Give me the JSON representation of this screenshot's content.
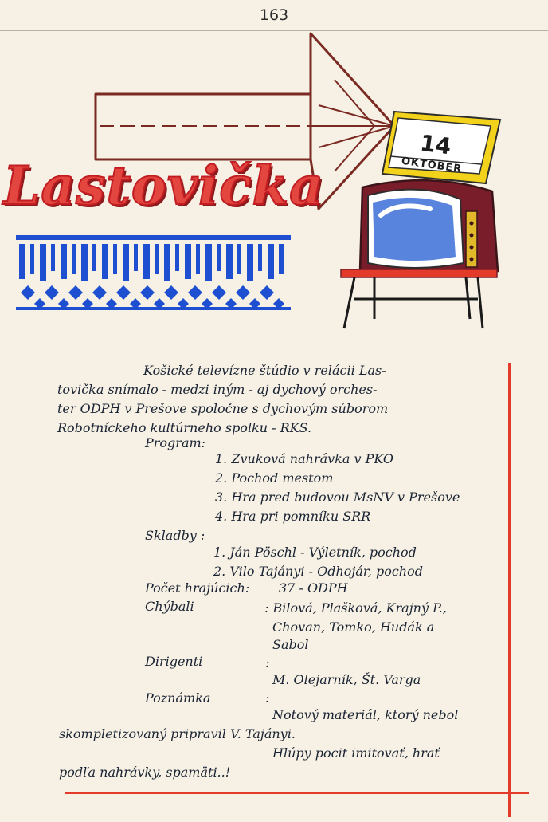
{
  "page_number": "163",
  "title": "Lastovička",
  "calendar": {
    "day": "14",
    "month": "OKTÓBER"
  },
  "intro_lines": [
    "Košické televízne štúdio v relácii Las-",
    "tovička snímalo - medzi iným - aj dychový orches-",
    "ter ODPH v Prešove spoločne s dychovým súborom",
    "Robotníckeho kultúrneho spolku - RKS."
  ],
  "program": {
    "label": "Program:",
    "items": [
      "1. Zvuková nahrávka v PKO",
      "2. Pochod mestom",
      "3. Hra pred budovou MsNV v Prešove",
      "4. Hra pri pomníku SRR"
    ]
  },
  "skladby": {
    "label": "Skladby :",
    "items": [
      "1. Ján Pöschl - Výletník, pochod",
      "2. Vilo Tajányi - Odhojár, pochod"
    ]
  },
  "pocet": {
    "label": "Počet hrajúcich:",
    "value": "37 - ODPH"
  },
  "chybali": {
    "label": "Chýbali",
    "lines": [
      ": Bilová, Plašková, Krajný P.,",
      "Chovan, Tomko, Hudák a",
      "Sabol"
    ]
  },
  "dirigenti": {
    "label": "Dirigenti",
    "colon": ":",
    "value": "M. Olejarník, Št. Varga"
  },
  "poznamka": {
    "label": "Poznámka",
    "colon": ":",
    "lines": [
      "Notový materiál, ktorý nebol",
      "skompletizovaný pripravil V. Tajányi.",
      "Hlúpy pocit imitovať, hrať",
      "podľa nahrávky, spamäti..!"
    ]
  },
  "colors": {
    "ink": "#1a2333",
    "red_accent": "#e23b2a",
    "arrow": "#7a2a22",
    "blue_pattern": "#1f4fd1",
    "calendar_yellow": "#f3d21b",
    "tv_cabinet": "#7a1d2a"
  }
}
